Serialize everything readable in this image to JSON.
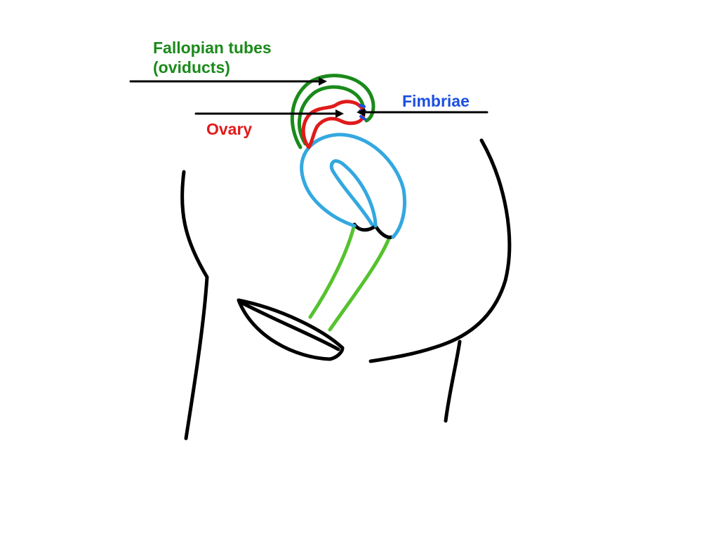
{
  "labels": {
    "fallopian_line1": "Fallopian tubes",
    "fallopian_line2": "(oviducts)",
    "fimbriae": "Fimbriae",
    "ovary": "Ovary"
  },
  "colors": {
    "fallopian": "#1a8a1a",
    "fimbriae": "#1a4fe0",
    "ovary": "#e01a1a",
    "uterus": "#33a8e0",
    "vagina": "#55c22e",
    "outline": "#000000"
  }
}
